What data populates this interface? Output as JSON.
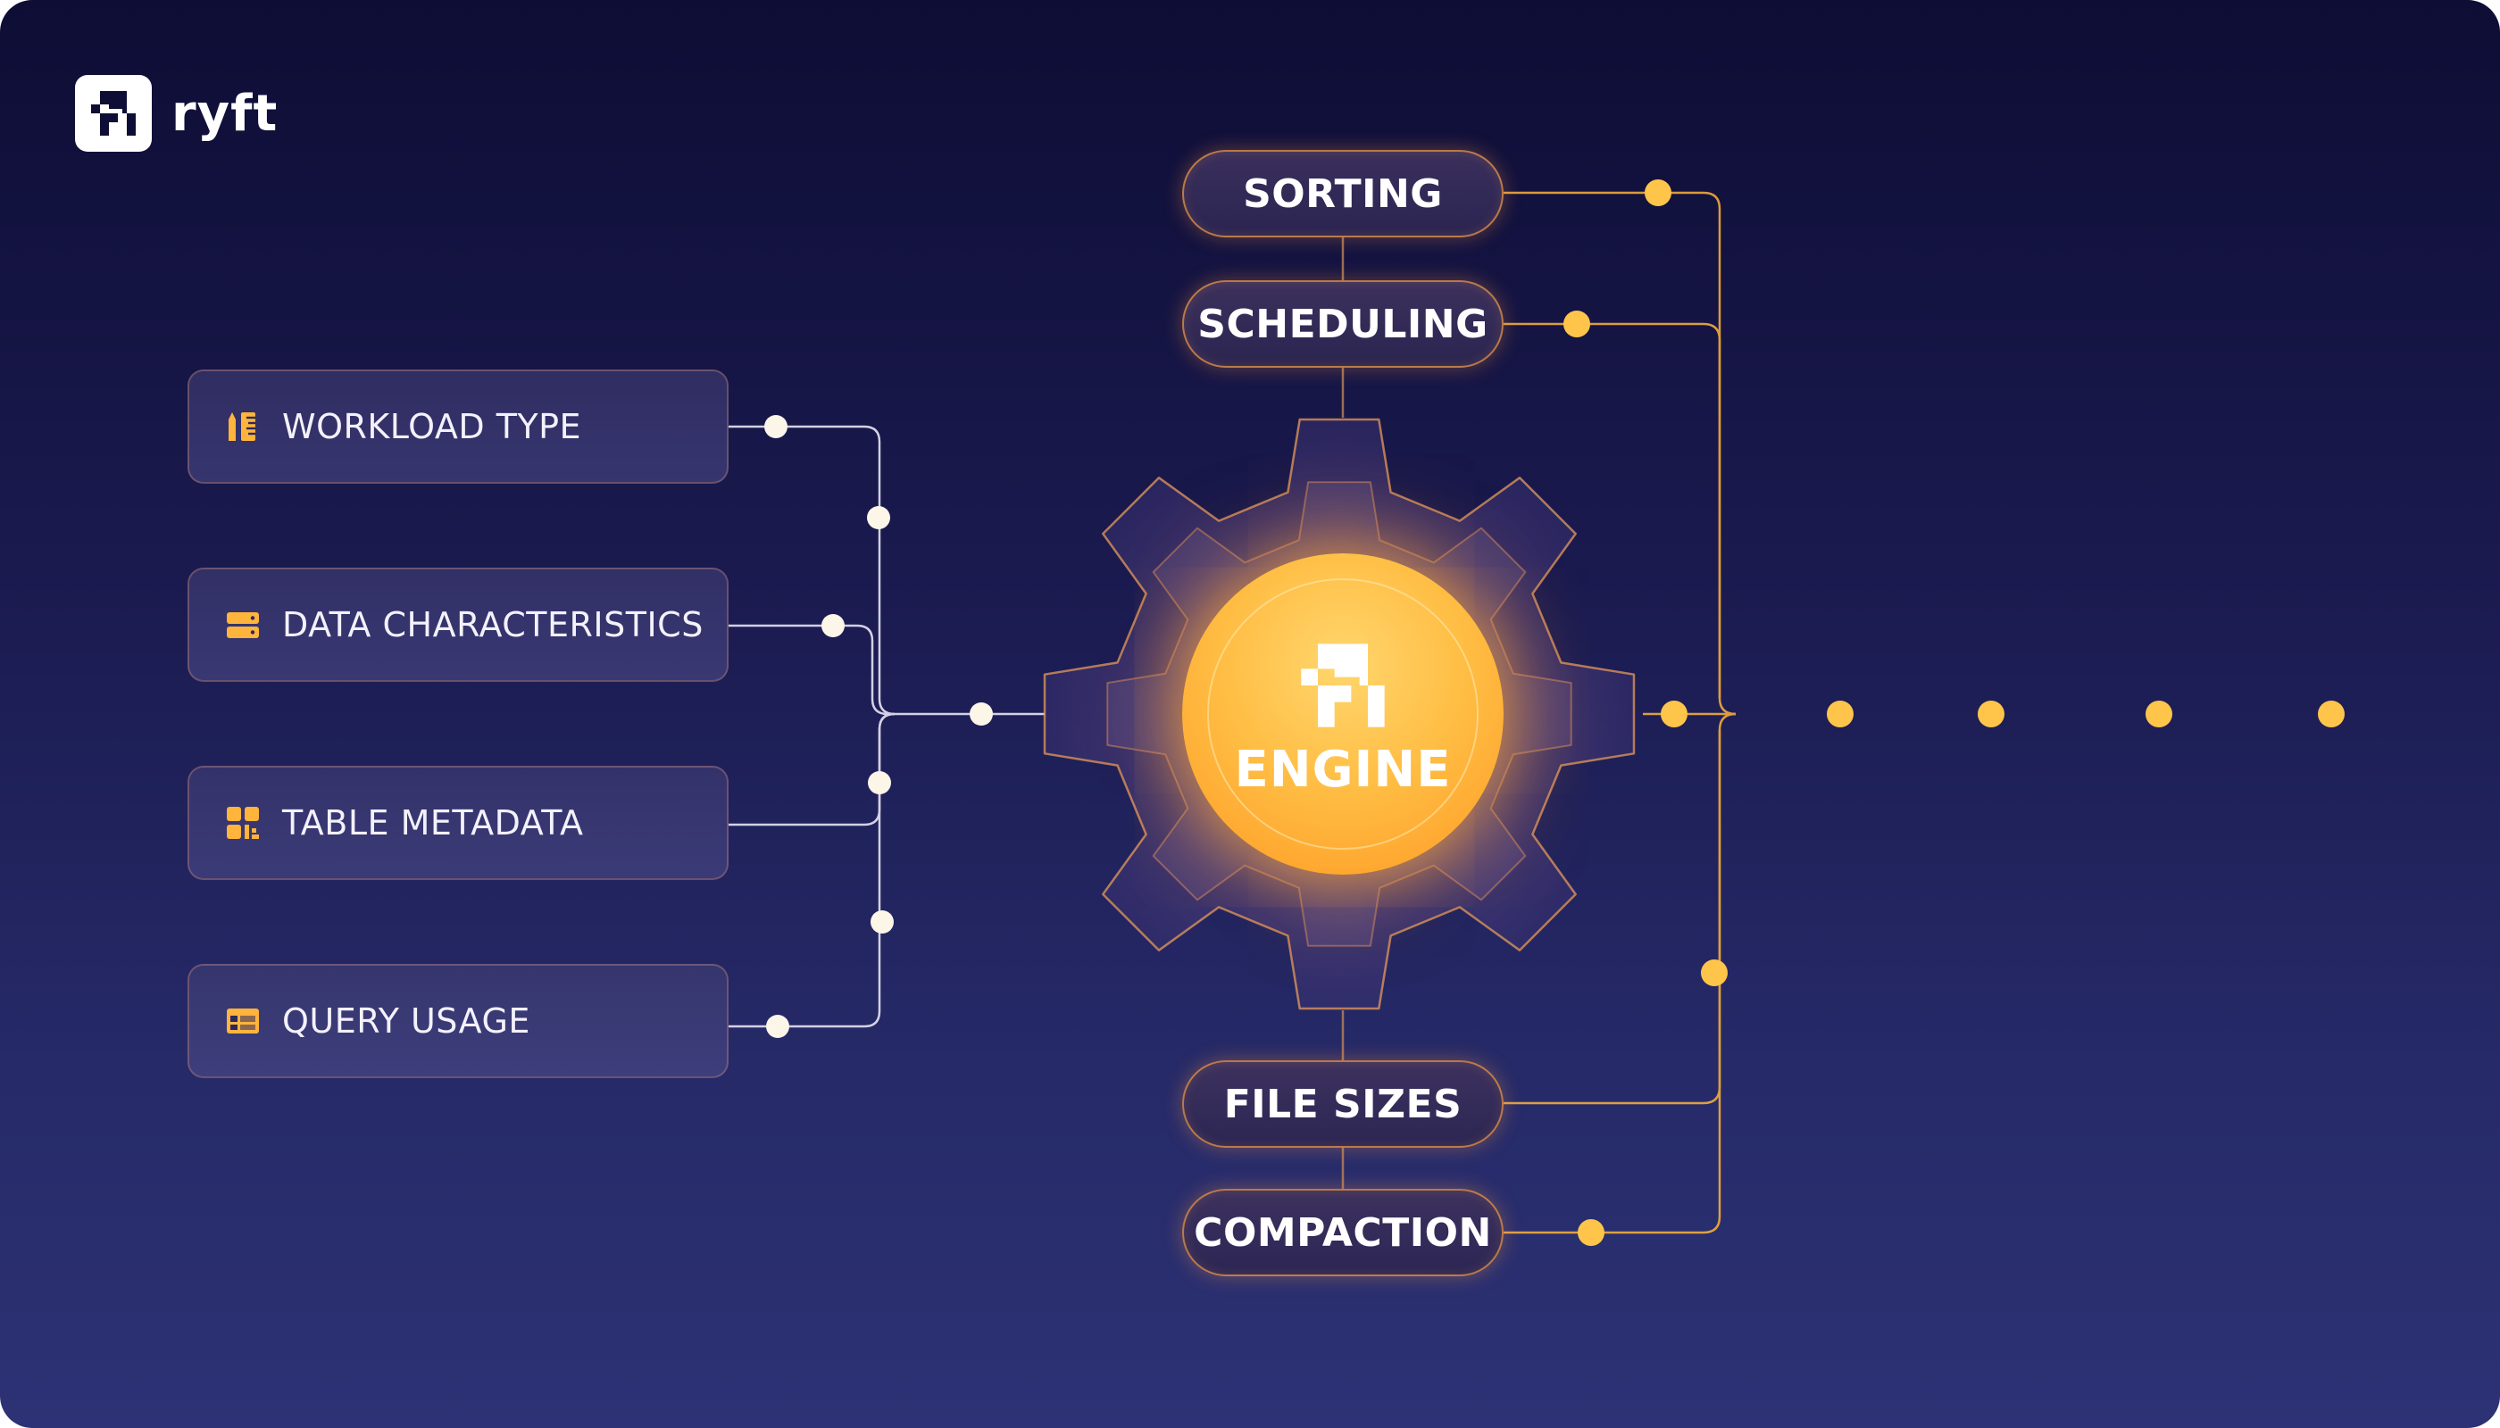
{
  "brand": {
    "name": "ryft"
  },
  "inputs": [
    {
      "label": "WORKLOAD TYPE",
      "icon": "ruler-pencil-icon"
    },
    {
      "label": "DATA CHARACTERISTICS",
      "icon": "database-icon"
    },
    {
      "label": "TABLE METADATA",
      "icon": "grid-blocks-icon"
    },
    {
      "label": "QUERY USAGE",
      "icon": "table-icon"
    }
  ],
  "engine": {
    "label": "ENGINE",
    "icon": "ryft-logo-icon"
  },
  "outputs_top": [
    {
      "label": "SORTING"
    },
    {
      "label": "SCHEDULING"
    }
  ],
  "outputs_bottom": [
    {
      "label": "FILE SIZES"
    },
    {
      "label": "COMPACTION"
    }
  ],
  "colors": {
    "background_top": "#0e0d35",
    "background_bottom": "#2c3275",
    "accent_orange": "#ffb43c",
    "node_orange": "#ffc54a",
    "wire_white": "#e8e4f4",
    "node_white": "#fbf6e8"
  }
}
